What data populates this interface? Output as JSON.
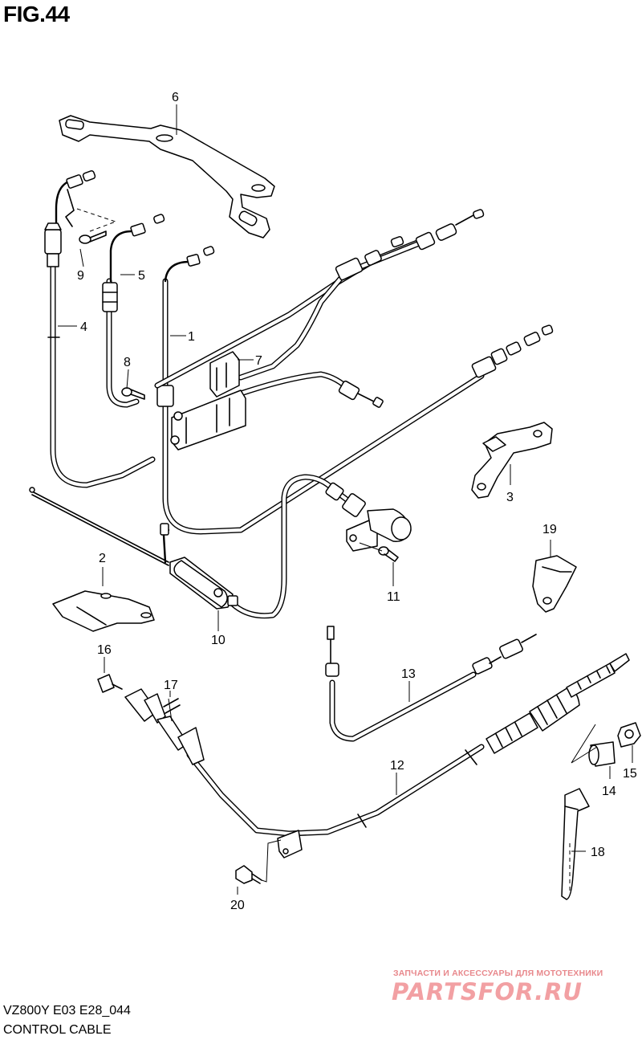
{
  "header": {
    "figure_label": "FIG.44"
  },
  "footer": {
    "model_code": "VZ800Y E03 E28_044",
    "caption": "CONTROL CABLE"
  },
  "watermark": {
    "tagline": "ЗАПЧАСТИ И АКСЕССУАРЫ ДЛЯ МОТОТЕХНИКИ",
    "logo_text": "PARTSFOR.RU",
    "color": "#f2a0a3"
  },
  "callouts": {
    "p1": "1",
    "p2": "2",
    "p3": "3",
    "p4": "4",
    "p5": "5",
    "p6": "6",
    "p7": "7",
    "p8": "8",
    "p9": "9",
    "p10": "10",
    "p11": "11",
    "p12": "12",
    "p13": "13",
    "p14": "14",
    "p15": "15",
    "p16": "16",
    "p17": "17",
    "p18": "18",
    "p19": "19",
    "p20": "20"
  }
}
